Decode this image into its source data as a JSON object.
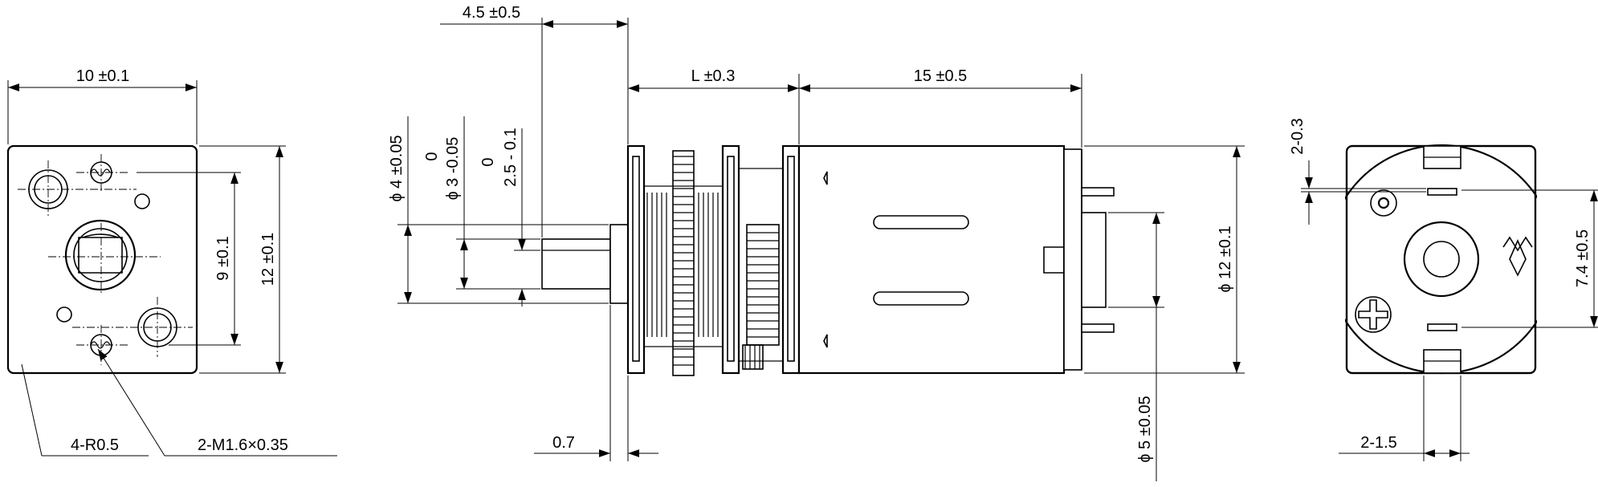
{
  "drawing": {
    "front_view": {
      "width_dim": "10 ±0.1",
      "hole_spacing_dim": "9 ±0.1",
      "height_dim": "12 ±0.1",
      "corner_radius_callout": "4-R0.5",
      "thread_callout": "2-M1.6×0.35"
    },
    "side_view": {
      "shaft_length_dim": "4.5 ±0.5",
      "gearbox_length_dim": "L ±0.3",
      "motor_length_dim": "15 ±0.5",
      "boss_dia_dim": "ɸ 4 ±0.05",
      "shaft_dia_tol_upper": "0",
      "shaft_dia_dim": "ɸ 3 -0.05",
      "flat_tol_upper": "0",
      "flat_dim": "2.5 - 0.1",
      "boss_height_dim": "0.7",
      "motor_dia_dim": "ɸ 12 ±0.1",
      "rear_boss_dia_dim": "ɸ 5 ±0.05"
    },
    "rear_view": {
      "terminal_thickness_dim": "2-0.3",
      "terminal_spacing_dim": "7.4 ±0.5",
      "terminal_width_dim": "2-1.5"
    }
  }
}
